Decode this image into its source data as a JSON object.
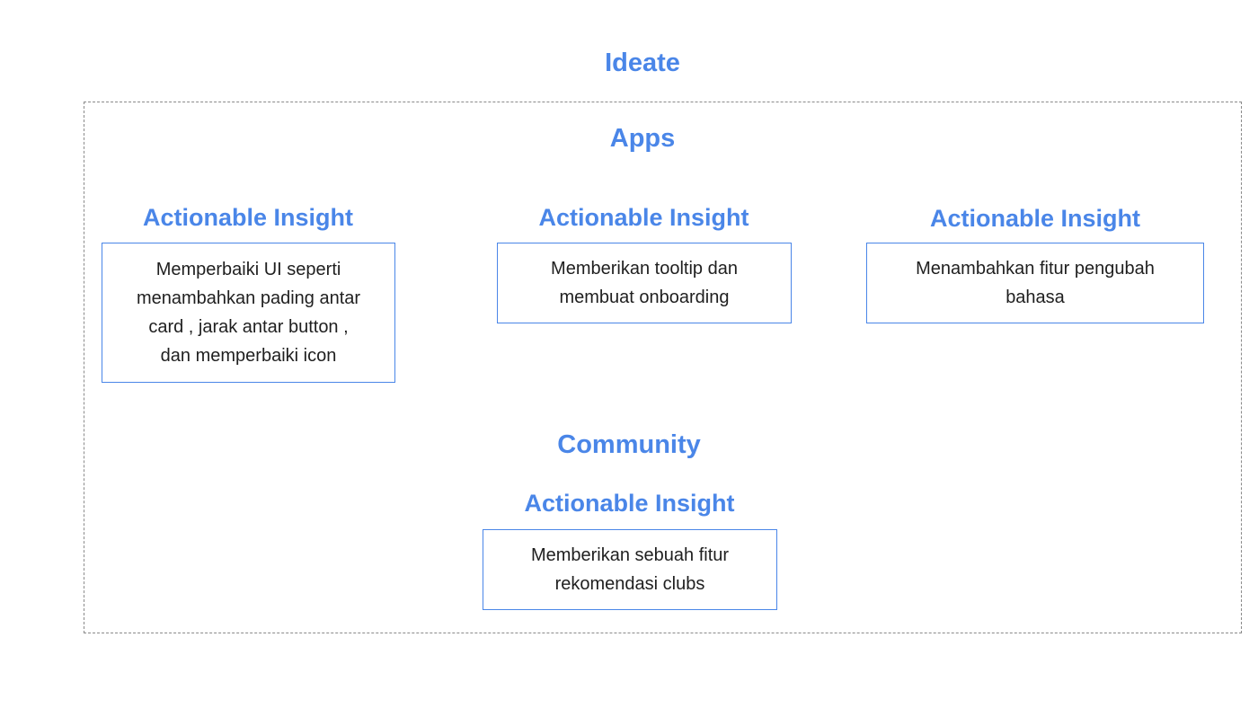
{
  "title": "Ideate",
  "sections": {
    "apps": {
      "label": "Apps",
      "insights": [
        {
          "heading": "Actionable Insight",
          "lines": [
            "Memperbaiki UI seperti",
            "menambahkan  pading antar",
            "card , jarak antar button  ,",
            "dan memperbaiki icon"
          ]
        },
        {
          "heading": "Actionable Insight",
          "lines": [
            "Memberikan tooltip dan",
            "membuat onboarding"
          ]
        },
        {
          "heading": "Actionable Insight",
          "lines": [
            "Menambahkan fitur pengubah",
            "bahasa"
          ]
        }
      ]
    },
    "community": {
      "label": "Community",
      "insights": [
        {
          "heading": "Actionable Insight",
          "lines": [
            "Memberikan sebuah fitur",
            "rekomendasi clubs"
          ]
        }
      ]
    }
  },
  "colors": {
    "accent": "#4a86e8",
    "frame_border": "#8a8a8a",
    "text": "#1f1f1f"
  }
}
